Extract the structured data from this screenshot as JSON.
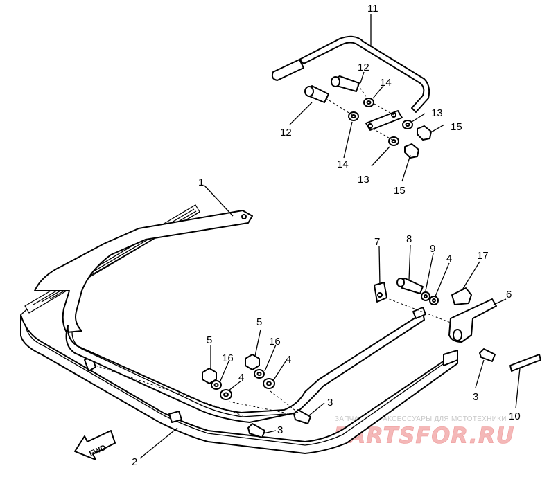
{
  "diagram": {
    "callouts": {
      "c1": "1",
      "c2": "2",
      "c3a": "3",
      "c3b": "3",
      "c3c": "3",
      "c4a": "4",
      "c4b": "4",
      "c4c": "4",
      "c5a": "5",
      "c5b": "5",
      "c6": "6",
      "c7": "7",
      "c8": "8",
      "c9": "9",
      "c10": "10",
      "c11": "11",
      "c12a": "12",
      "c12b": "12",
      "c13a": "13",
      "c13b": "13",
      "c14a": "14",
      "c14b": "14",
      "c15a": "15",
      "c15b": "15",
      "c16a": "16",
      "c16b": "16",
      "c17": "17"
    },
    "fwd_label": "FWD"
  },
  "watermark": {
    "tagline": "ЗАПЧАСТИ И АКСЕССУАРЫ ДЛЯ МОТОТЕХНИКИ",
    "brand": "PARTSFOR.RU",
    "color": "#f4b8b8"
  },
  "colors": {
    "line": "#000000",
    "background": "#ffffff"
  }
}
